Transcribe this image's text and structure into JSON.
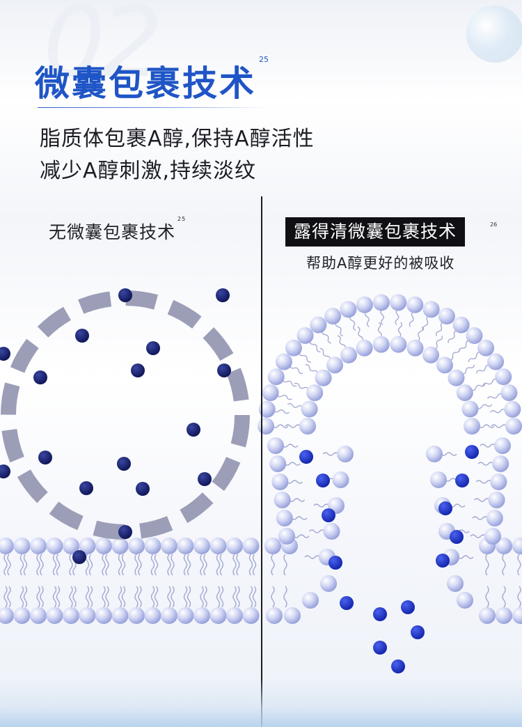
{
  "background_number": "02",
  "title": {
    "text": "微囊包裹技术",
    "sup": "25"
  },
  "intro": {
    "line1": "脂质体包裹A醇,保持A醇活性",
    "line2": "减少A醇刺激,持续淡纹"
  },
  "left_panel": {
    "label": "无微囊包裹技术",
    "sup": "25"
  },
  "right_panel": {
    "label": "露得清微囊包裹技术",
    "sup": "26",
    "subtitle": "帮助A醇更好的被吸收"
  },
  "colors": {
    "accent_blue": "#1f55c6",
    "molecule_dark": "#121a62",
    "dashed_capsule": "#9c9db7",
    "lipid_head": "#c8cff0",
    "right_molecule": "#1a2bbf"
  }
}
